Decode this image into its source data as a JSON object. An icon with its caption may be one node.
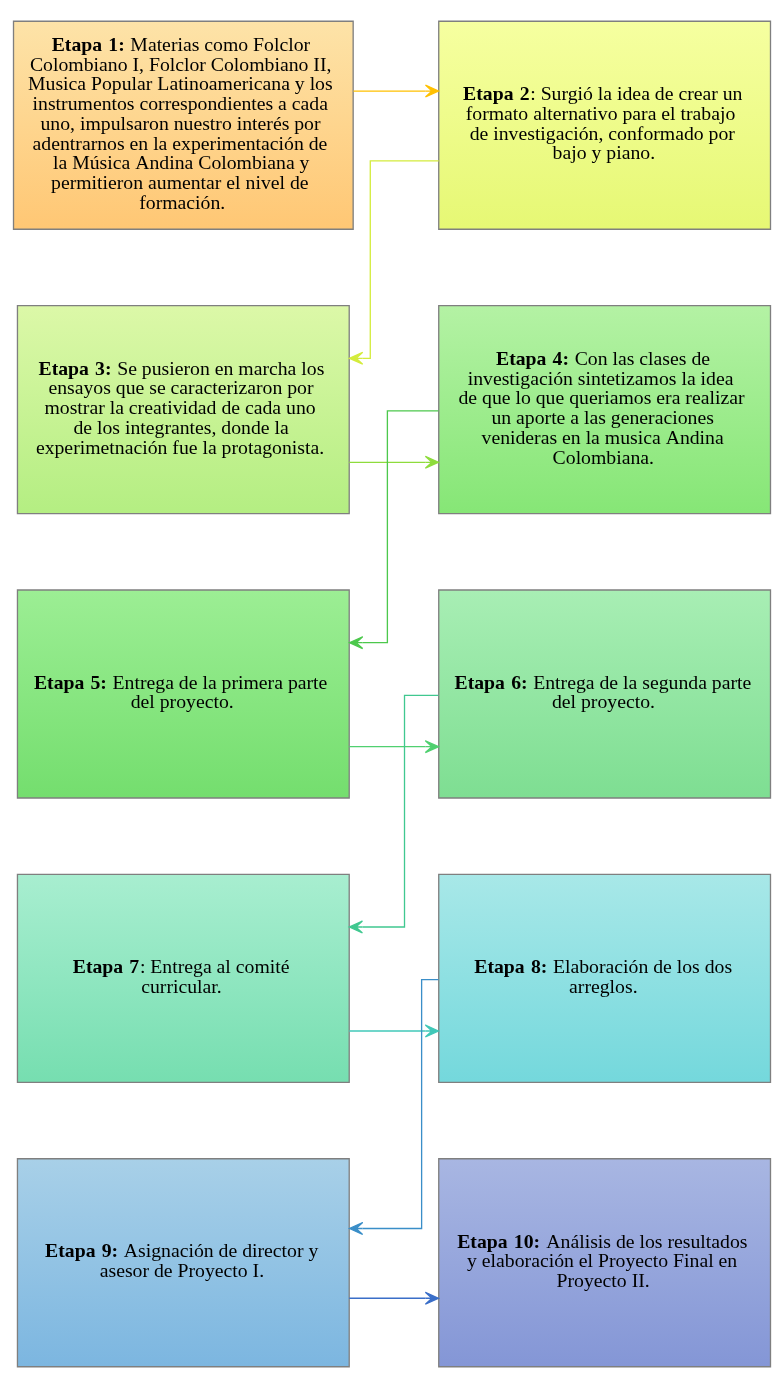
{
  "diagram": {
    "nodes": [
      {
        "text": [
          "**Etapa 1:** Materias como Folclor Colombiano I, Folclor Colombiano II, Musica Popular Latinoamericana y los instrumentos correspondientes a cada uno, impulsaron nuestro interés por adentrarnos en la experimentación de la Música Andina Colombiana y permitieron aumentar el nivel de formación."
        ]
      },
      {
        "text": [
          "**Etapa 2**: Surgió la idea de crear un formato alternativo para el trabajo de investigación, conformado por bajo y piano."
        ]
      },
      {
        "text": [
          "**Etapa 3:** Se pusieron en marcha los ensayos que se caracterizaron por mostrar la creatividad de cada uno de los integrantes, donde la experimetnación fue la protagonista."
        ]
      },
      {
        "text": [
          "**Etapa 4:** Con las clases de investigación sintetizamos la idea de que lo que queriamos era realizar un aporte a las generaciones venideras en la musica Andina Colombiana."
        ]
      },
      {
        "text": [
          "**Etapa 5:** Entrega de la primera parte del proyecto."
        ]
      },
      {
        "text": [
          "**Etapa 6:** Entrega de la segunda parte del proyecto."
        ]
      },
      {
        "text": [
          "**Etapa 7**: Entrega al comité curricular."
        ]
      },
      {
        "text": [
          "**Etapa 8:** Elaboración de los dos arreglos."
        ]
      },
      {
        "text": [
          "**Etapa 9:** Asignación de director y asesor de Proyecto I."
        ]
      },
      {
        "text": [
          "**Etapa 10:** Análisis de los resultados y elaboración el Proyecto Final en Proyecto II."
        ]
      }
    ],
    "edges": [
      {
        "from": 0,
        "to": 1,
        "arrow": "to",
        "color": "#ffc000"
      },
      {
        "from": 1,
        "to": 2,
        "arrow": "to",
        "color": "#d4ec3c"
      },
      {
        "from": 2,
        "to": 3,
        "arrow": "to",
        "color": "#8edc3c"
      },
      {
        "from": 3,
        "to": 4,
        "arrow": "to",
        "color": "#4cc84c"
      },
      {
        "from": 4,
        "to": 5,
        "arrow": "to",
        "color": "#50d070"
      },
      {
        "from": 5,
        "to": 6,
        "arrow": "to",
        "color": "#40c890"
      },
      {
        "from": 6,
        "to": 7,
        "arrow": "to",
        "color": "#40c8b8"
      },
      {
        "from": 7,
        "to": 8,
        "arrow": "to",
        "color": "#3a8ec8"
      },
      {
        "from": 8,
        "to": 9,
        "arrow": "to",
        "color": "#3a6ec8"
      }
    ]
  }
}
